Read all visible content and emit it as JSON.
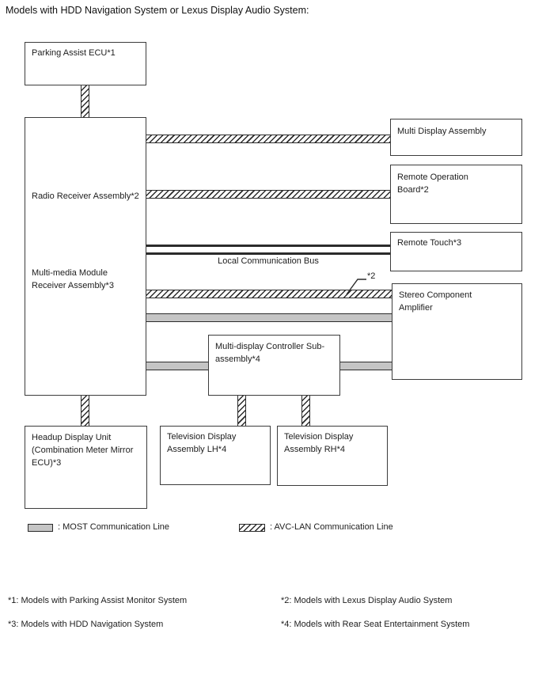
{
  "title": "Models with HDD Navigation System or Lexus Display Audio System:",
  "boxes": {
    "parking_assist": "Parking Assist ECU*1",
    "radio_receiver": "Radio Receiver Assembly*2",
    "multimedia_module": "Multi-media Module Receiver Assembly*3",
    "multi_display": "Multi Display Assembly",
    "remote_operation": "Remote Operation Board*2",
    "remote_touch": "Remote Touch*3",
    "stereo_amp": "Stereo Component Amplifier",
    "display_controller": "Multi-display Controller Sub-assembly*4",
    "headup_display": "Headup Display Unit (Combination Meter Mirror ECU)*3",
    "tv_lh": "Television Display Assembly LH*4",
    "tv_rh": "Television Display Assembly RH*4"
  },
  "labels": {
    "local_bus": "Local Communication Bus",
    "star2_callout": "*2"
  },
  "legend": {
    "most": ": MOST Communication Line",
    "avclan": ": AVC-LAN Communication Line"
  },
  "footnotes": [
    "*1: Models with Parking Assist Monitor System",
    "*2: Models with Lexus Display Audio System",
    "*3: Models with HDD Navigation System",
    "*4: Models with Rear Seat Entertainment System"
  ],
  "colors": {
    "line": "#2b2b2b",
    "most_fill": "#c5c5c5",
    "background": "#ffffff"
  }
}
